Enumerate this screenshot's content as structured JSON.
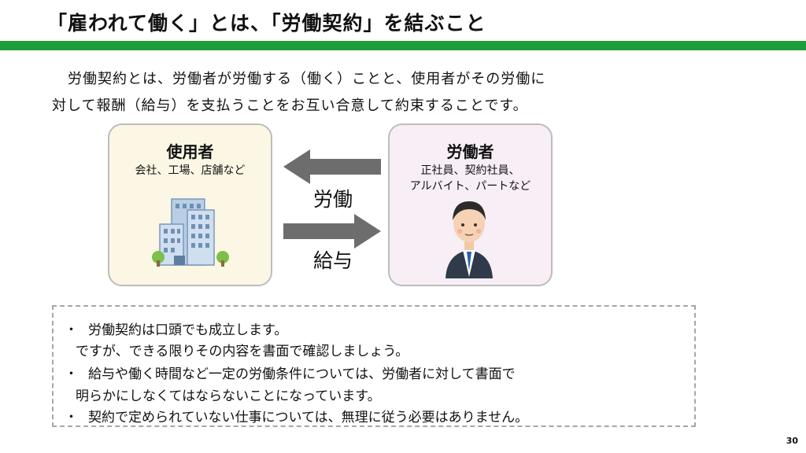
{
  "title": "「雇われて働く」とは、「労働契約」を結ぶこと",
  "intro": {
    "line1": "労働契約とは、労働者が労働する（働く）ことと、使用者がその労働に",
    "line2": "対して報酬（給与）を支払うことをお互い合意して約束することです。"
  },
  "diagram": {
    "employer": {
      "heading": "使用者",
      "sub_line1": "会社、工場、店舗など"
    },
    "worker": {
      "heading": "労働者",
      "sub_line1": "正社員、契約社員、",
      "sub_line2": "アルバイト、パートなど"
    },
    "arrow_top_label": "労働",
    "arrow_bottom_label": "給与",
    "arrow_color": "#6d6d6d",
    "employer_box_color": "#fbf7e4",
    "worker_box_color": "#f7eef6",
    "icons": [
      "office-building-icon",
      "businessman-icon",
      "arrow-left-icon",
      "arrow-right-icon"
    ]
  },
  "notes": {
    "bullet": "・",
    "line1": "労働契約は口頭でも成立します。",
    "line2": "ですが、できる限りその内容を書面で確認しましょう。",
    "line3": "給与や働く時間など一定の労働条件については、労働者に対して書面で",
    "line4": "明らかにしなくてはならないことになっています。",
    "line5": "契約で定められていない仕事については、無理に従う必要はありません。"
  },
  "page_number": "30",
  "colors": {
    "accent_bar": "#1e9d3c"
  }
}
